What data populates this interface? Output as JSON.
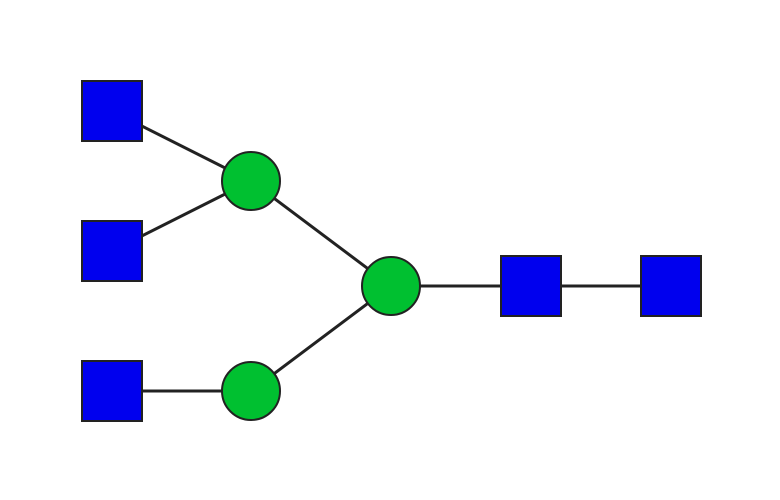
{
  "diagram": {
    "colors": {
      "background": "#ffffff",
      "square_fill": "#0000ee",
      "circle_fill": "#00c030",
      "stroke": "#222222"
    },
    "nodes": [
      {
        "id": "square-top-left",
        "shape": "square"
      },
      {
        "id": "square-middle-left",
        "shape": "square"
      },
      {
        "id": "square-bottom-left",
        "shape": "square"
      },
      {
        "id": "circle-upper",
        "shape": "circle"
      },
      {
        "id": "circle-lower",
        "shape": "circle"
      },
      {
        "id": "circle-center",
        "shape": "circle"
      },
      {
        "id": "square-right-1",
        "shape": "square"
      },
      {
        "id": "square-right-2",
        "shape": "square"
      }
    ],
    "edges": [
      {
        "from": "square-top-left",
        "to": "circle-upper"
      },
      {
        "from": "square-middle-left",
        "to": "circle-upper"
      },
      {
        "from": "square-bottom-left",
        "to": "circle-lower"
      },
      {
        "from": "circle-upper",
        "to": "circle-center"
      },
      {
        "from": "circle-lower",
        "to": "circle-center"
      },
      {
        "from": "circle-center",
        "to": "square-right-1"
      },
      {
        "from": "square-right-1",
        "to": "square-right-2"
      }
    ]
  }
}
